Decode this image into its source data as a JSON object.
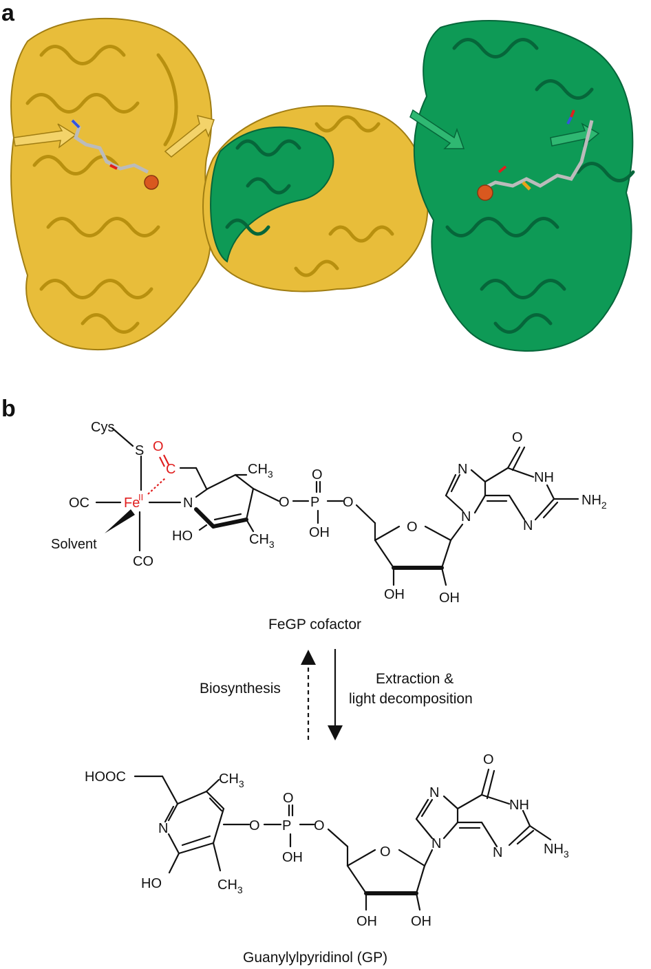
{
  "panel_a": {
    "letter": "a"
  },
  "panel_b": {
    "letter": "b"
  },
  "colors": {
    "protein_left": "#e8bd3a",
    "protein_right": "#0e9a56",
    "iron": "#d9581f",
    "highlight_red": "#e01e1e"
  },
  "fegp": {
    "cys": "Cys",
    "s": "S",
    "oc": "OC",
    "fe": "Fe",
    "fe_sup": "II",
    "n": "N",
    "solvent": "Solvent",
    "co": "CO",
    "carbonyl_o": "O",
    "carbonyl_c": "C",
    "ch3_top": "CH",
    "ch3_top_sub": "3",
    "ch3_bot": "CH",
    "ch3_bot_sub": "3",
    "ho": "HO",
    "o_link": "O",
    "p": "P",
    "p_o_top": "O",
    "p_oh": "OH",
    "o_link2": "O",
    "ring_o": "O",
    "oh1": "OH",
    "oh2": "OH",
    "g_o": "O",
    "g_n7": "N",
    "g_n9": "N",
    "g_nh": "NH",
    "g_n3": "N",
    "g_nh2": "NH",
    "g_nh2_sub": "2"
  },
  "caption_fegp": "FeGP cofactor",
  "arrows": {
    "biosynthesis": "Biosynthesis",
    "extraction_line1": "Extraction &",
    "extraction_line2": "light decomposition"
  },
  "gp": {
    "hooc": "HOOC",
    "ch3_top": "CH",
    "ch3_top_sub": "3",
    "n": "N",
    "ho": "HO",
    "ch3_bot": "CH",
    "ch3_bot_sub": "3",
    "o_link": "O",
    "p": "P",
    "p_o_top": "O",
    "p_oh": "OH",
    "o_link2": "O",
    "ring_o": "O",
    "oh1": "OH",
    "oh2": "OH",
    "g_o": "O",
    "g_n7": "N",
    "g_n9": "N",
    "g_nh": "NH",
    "g_n3": "N",
    "g_nh3": "NH",
    "g_nh3_sub": "3"
  },
  "caption_gp": "Guanylylpyridinol (GP)"
}
